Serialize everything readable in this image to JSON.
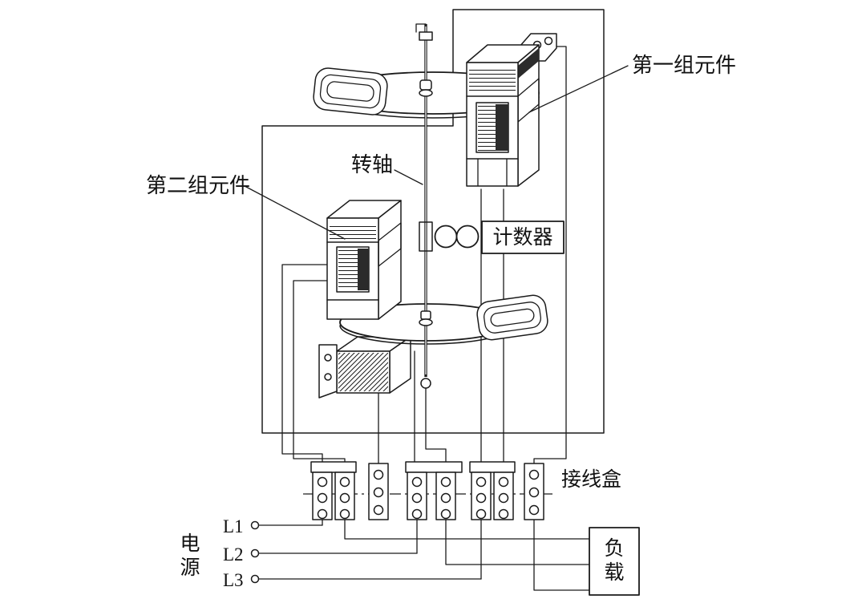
{
  "labels": {
    "first_element": "第一组元件",
    "second_element": "第二组元件",
    "shaft": "转轴",
    "counter": "计数器",
    "terminal_box": "接线盒",
    "power": "电源",
    "load": "负载",
    "phases": [
      "L1",
      "L2",
      "L3"
    ]
  },
  "colors": {
    "line": "#1b1b1b",
    "background": "#ffffff",
    "shade": "#2b2b2b"
  }
}
